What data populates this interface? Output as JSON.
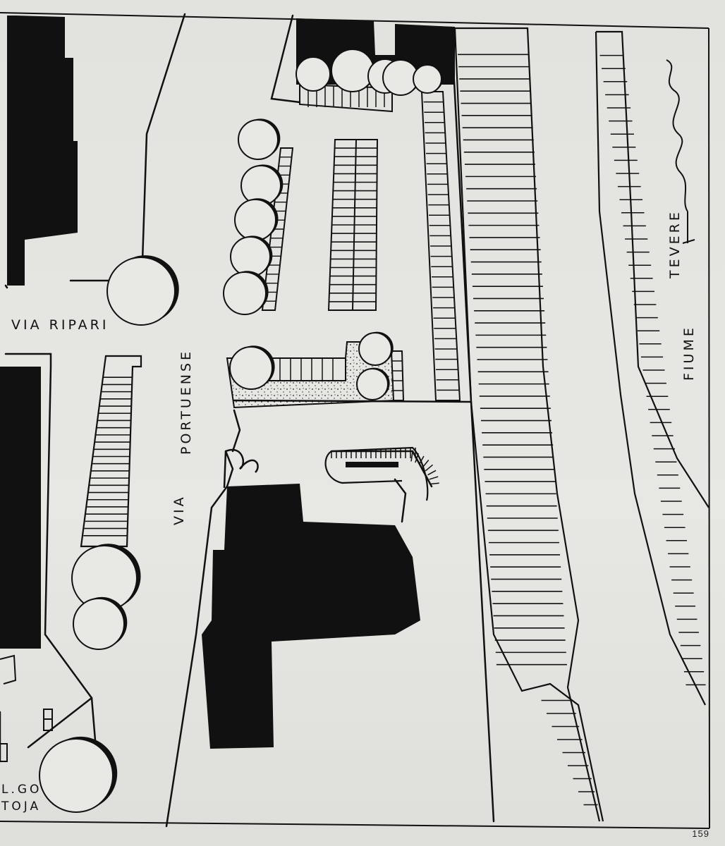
{
  "labels": {
    "via_ripari": "VIA  RIPARI",
    "via": "VIA",
    "portuense": "PORTUENSE",
    "tevere": "TEVERE",
    "fiume": "FIUME",
    "largo_line1": "L.GO",
    "largo_line2": "TOJA"
  },
  "page_number": "159",
  "colors": {
    "ink": "#111111",
    "paper": "#e6e6e2",
    "stipple": "#222222"
  }
}
